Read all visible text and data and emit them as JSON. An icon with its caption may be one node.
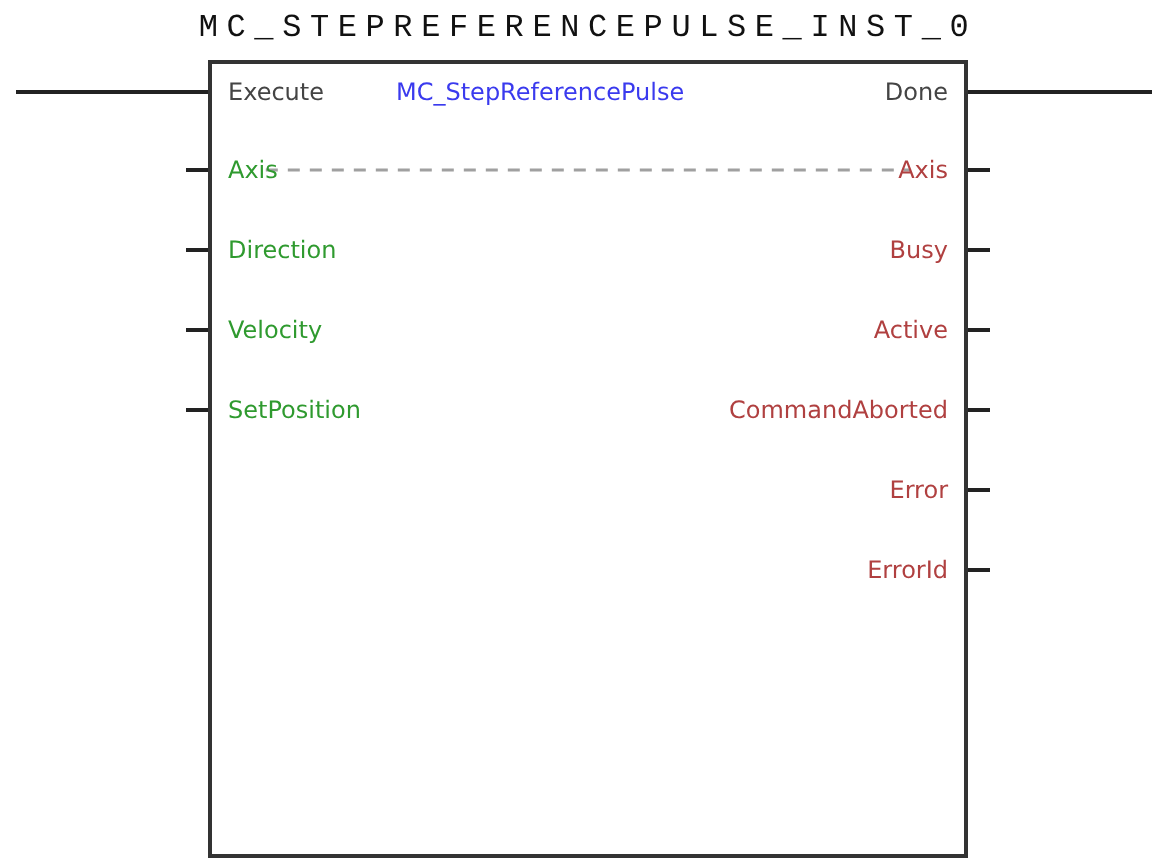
{
  "diagram": {
    "nodes": [
      {
        "text": [
          "MC_STEPREFERENCEPULSE_INST_0",
          "MC_StepReferencePulse"
        ]
      },
      {
        "text": [
          "Execute"
        ],
        "in": 0
      },
      {
        "text": [
          "Axis"
        ],
        "in": 0
      },
      {
        "text": [
          "Direction"
        ],
        "in": 0
      },
      {
        "text": [
          "Velocity"
        ],
        "in": 0
      },
      {
        "text": [
          "SetPosition"
        ],
        "in": 0
      },
      {
        "text": [
          "Done"
        ],
        "in": 0
      },
      {
        "text": [
          "Axis"
        ],
        "in": 0
      },
      {
        "text": [
          "Busy"
        ],
        "in": 0
      },
      {
        "text": [
          "Active"
        ],
        "in": 0
      },
      {
        "text": [
          "CommandAborted"
        ],
        "in": 0
      },
      {
        "text": [
          "Error"
        ],
        "in": 0
      },
      {
        "text": [
          "ErrorId"
        ],
        "in": 0
      }
    ],
    "edges": [
      {
        "from": null,
        "to": 1,
        "arrow": "none"
      },
      {
        "from": null,
        "to": 2,
        "arrow": "none"
      },
      {
        "from": null,
        "to": 3,
        "arrow": "none"
      },
      {
        "from": null,
        "to": 4,
        "arrow": "none"
      },
      {
        "from": null,
        "to": 5,
        "arrow": "none"
      },
      {
        "from": 6,
        "to": null,
        "arrow": "none"
      },
      {
        "from": 7,
        "to": null,
        "arrow": "none"
      },
      {
        "from": 8,
        "to": null,
        "arrow": "none"
      },
      {
        "from": 9,
        "to": null,
        "arrow": "none"
      },
      {
        "from": 10,
        "to": null,
        "arrow": "none"
      },
      {
        "from": 11,
        "to": null,
        "arrow": "none"
      },
      {
        "from": 12,
        "to": null,
        "arrow": "none"
      },
      {
        "from": 2,
        "to": 7,
        "arrow": "none",
        "style": "dashed",
        "color": "#a0a0a0"
      }
    ]
  }
}
